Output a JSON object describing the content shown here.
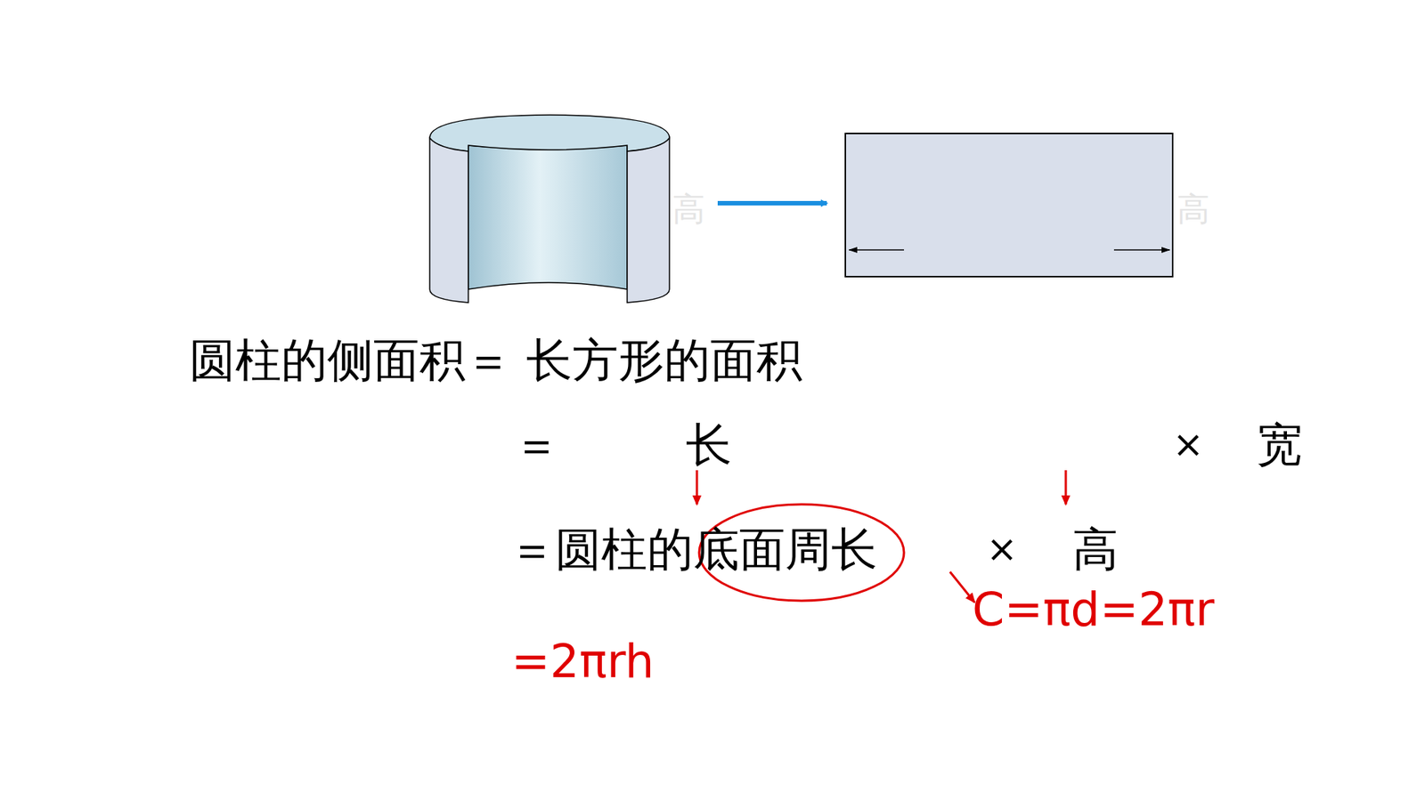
{
  "diagram": {
    "labels": [
      "高",
      "高",
      "圆柱的侧面积＝ 长方形的面积",
      "＝",
      "长",
      "×",
      "宽",
      "＝圆柱的底面周长",
      "×",
      "高",
      "C=πd=2πr",
      "=2πrh"
    ]
  }
}
